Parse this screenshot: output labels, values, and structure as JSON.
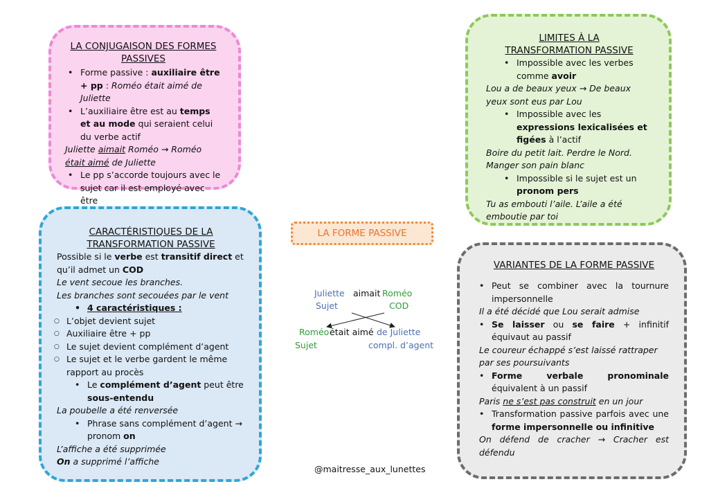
{
  "title": "LA FORME PASSIVE",
  "credit": "@maitresse_aux_lunettes",
  "box1": {
    "title_l1": "LA CONJUGAISON DES FORMES",
    "title_l2": "PASSIVES",
    "b1_pre": "Forme passive : ",
    "b1_bold": "auxiliaire être + pp",
    "b1_post": " : ",
    "b1_ex": "Roméo était aimé de Juliette",
    "b2_pre": "L’auxiliaire être est au ",
    "b2_bold1": "temps et au mode",
    "b2_post": " qui seraient celui du verbe actif",
    "ex_a": "Juliette ",
    "ex_b": "aimait",
    "ex_c": " Roméo → Roméo ",
    "ex_d": "était aimé",
    "ex_e": " de Juliette",
    "b3": "Le pp s’accorde toujours avec le sujet car il est employé avec être"
  },
  "box2": {
    "title_l1": "LIMITES À LA",
    "title_l2": "TRANSFORMATION PASSIVE",
    "b1_pre": "Impossible avec les verbes comme ",
    "b1_bold": "avoir",
    "ex1": "Lou a de beaux yeux → De beaux yeux sont eus par Lou",
    "b2_pre": "Impossible avec les ",
    "b2_bold": "expressions lexicalisées et figées",
    "b2_post": " à l’actif",
    "ex2": "Boire du petit lait. Perdre le Nord. Manger son pain blanc",
    "b3_pre": "Impossible si le sujet est un ",
    "b3_bold": "pronom pers",
    "ex3": "Tu as embouti l’aile. L’aile a été emboutie par toi"
  },
  "box3": {
    "title_l1": "CARACTÉRISTIQUES DE LA",
    "title_l2": "TRANSFORMATION PASSIVE",
    "intro_a": "Possible si le ",
    "intro_b": "verbe",
    "intro_c": " est ",
    "intro_d": "transitif direct",
    "intro_e": " et qu’il admet un ",
    "intro_f": "COD",
    "ex1": "Le vent secoue les branches.",
    "ex2": "Les branches sont secouées par le vent",
    "heading": "4 caractéristiques :",
    "c1": "L’objet devient sujet",
    "c2": "Auxiliaire être + pp",
    "c3": "Le sujet devient complément d’agent",
    "c4": "Le sujet et le verbe gardent le même rapport au procès",
    "b1_pre": "Le ",
    "b1_bold": "complément d’agent",
    "b1_mid": " peut être ",
    "b1_bold2": "sous-entendu",
    "ex3": "La poubelle a été renversée",
    "b2_pre": "Phrase sans complément d’agent → pronom ",
    "b2_bold": "on",
    "ex4": "L’affiche a été supprimée",
    "ex5_bold": "On",
    "ex5": " a supprimé l’affiche"
  },
  "box4": {
    "title": "VARIANTES DE LA FORME PASSIVE",
    "b1": "Peut se combiner avec la tournure impersonnelle",
    "ex1": "Il a été décidé que Lou serait admise",
    "b2_bold1": "Se laisser",
    "b2_mid": " ou ",
    "b2_bold2": "se faire",
    "b2_post": " + infinitif équivaut au passif",
    "ex2": "Le coureur échappé s’est laissé rattraper par ses poursuivants",
    "b3_bold": "Forme verbale pronominale",
    "b3_post": " équivalent à un passif",
    "ex3_a": "Paris ",
    "ex3_b": "ne s’est pas construit",
    "ex3_c": " en un jour",
    "b4_pre": "Transformation passive parfois avec une ",
    "b4_bold": "forme impersonnelle ou infinitive",
    "ex4": "On défend de cracher → Cracher est défendu"
  },
  "diagram": {
    "w_juliette": "Juliette",
    "w_aimait": "aimait",
    "w_romeo": "Roméo",
    "w_sujet": "Sujet",
    "w_cod": "COD",
    "w_romeo2": "Roméo",
    "w_etait": "était aimé",
    "w_dejuliette": "de Juliette",
    "w_sujet2": "Sujet",
    "w_agent": "compl. d’agent",
    "colors": {
      "blue": "#4a6fb3",
      "green": "#2e9c3a"
    }
  }
}
